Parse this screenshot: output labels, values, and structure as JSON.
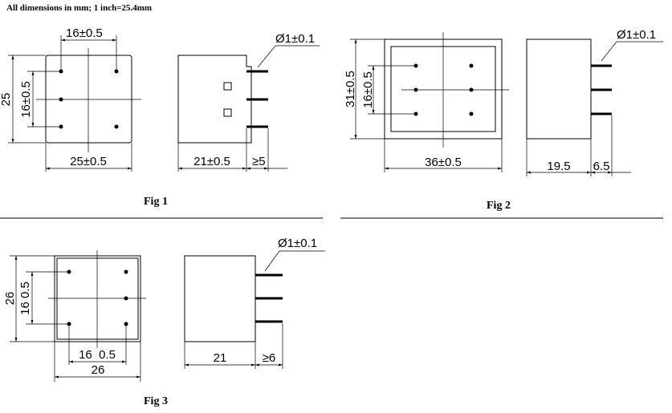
{
  "header": {
    "note": "All dimensions in mm; 1 inch=25.4mm"
  },
  "fig1": {
    "label": "Fig 1",
    "top_dim": "16±0.5",
    "left_outer_dim": "25",
    "left_inner_dim": "16±0.5",
    "bottom_dim": "25±0.5",
    "side_pin_dim": "Ø1±0.1",
    "side_depth_dim": "21±0.5",
    "side_pin_len_dim": "≥5"
  },
  "fig2": {
    "label": "Fig 2",
    "left_outer_dim": "31±0.5",
    "left_inner_dim": "16±0.5",
    "bottom_dim": "36±0.5",
    "side_pin_dim": "Ø1±0.1",
    "side_depth_dim": "19.5",
    "side_pin_len_dim": "6.5"
  },
  "fig3": {
    "label": "Fig 3",
    "left_outer_dim": "26",
    "left_inner_dim": "16 0.5",
    "bottom_inner_dim": "16  0.5",
    "bottom_outer_dim": "26",
    "side_pin_dim": "Ø1±0.1",
    "side_depth_dim": "21",
    "side_pin_len_dim": "≥6"
  }
}
